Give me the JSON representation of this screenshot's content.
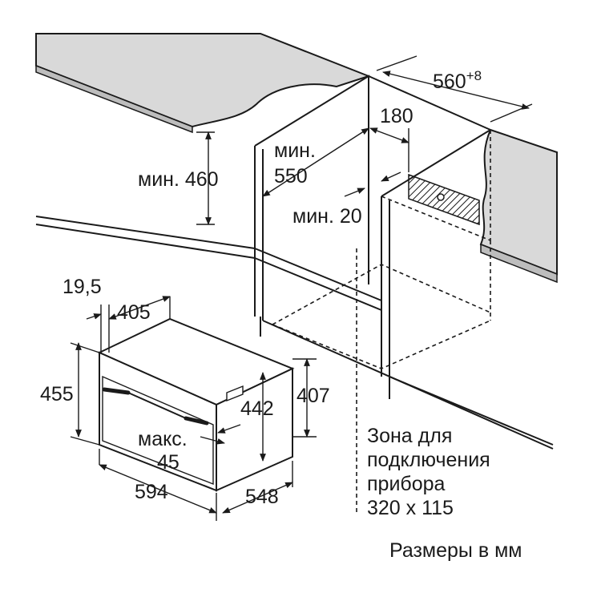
{
  "labels": {
    "dim_560": "560",
    "dim_560_sup": "+8",
    "dim_180": "180",
    "min_550_line1": "мин.",
    "min_550_line2": "550",
    "min_460": "мин. 460",
    "min_20": "мин. 20",
    "dim_19_5": "19,5",
    "dim_405": "405",
    "dim_455": "455",
    "dim_442": "442",
    "dim_407": "407",
    "max_45_line1": "макс.",
    "max_45_line2": "45",
    "dim_594": "594",
    "dim_548": "548",
    "zone_line1": "Зона для",
    "zone_line2": "подключения",
    "zone_line3": "прибора",
    "zone_line4": "320 x 115",
    "units_note": "Размеры в мм"
  },
  "colors": {
    "line": "#1a1a1a",
    "countertop": "#d9d9d9",
    "zone_hatch": "#1a1a1a",
    "background": "#ffffff"
  }
}
